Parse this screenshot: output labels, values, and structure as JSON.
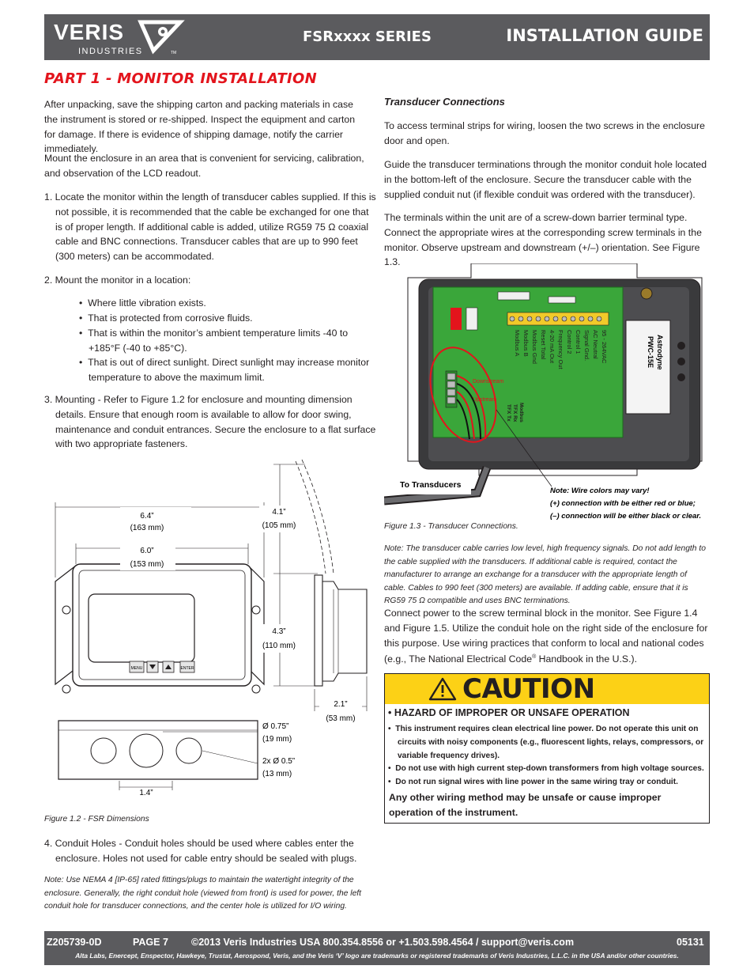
{
  "header": {
    "logo_text": "VERIS",
    "logo_subtext": "INDUSTRIES",
    "logo_tm": "TM",
    "series": "FSRxxxx SERIES",
    "guide": "INSTALLATION GUIDE"
  },
  "part_heading": "PART 1 - MONITOR INSTALLATION",
  "left": {
    "p1": "After unpacking, save the shipping carton and packing materials in case the instrument is stored or re-shipped. Inspect the equipment and carton for damage. If there is evidence of shipping damage, notify the carrier immediately.",
    "p2": "Mount the enclosure in an area that is convenient for servicing, calibration, and observation of the LCD readout.",
    "step1": "1.  Locate the monitor within the length of transducer cables supplied. If this is not possible, it is recommended that the cable be exchanged for one that is of proper length. If additional cable is added, utilize RG59 75 Ω coaxial cable and BNC connections. Transducer cables that are up to 990 feet (300 meters) can be accommodated.",
    "step2": "2.  Mount the monitor in a location:",
    "bullets": [
      "Where little vibration exists.",
      "That is protected from corrosive fluids.",
      "That is within the monitor’s ambient temperature limits -40 to +185°F (-40 to +85°C).",
      "That is out of direct sunlight. Direct sunlight may increase monitor temperature to above the maximum limit."
    ],
    "step3": "3.  Mounting - Refer to Figure 1.2 for enclosure and mounting dimension details. Ensure that enough room is available to allow for door swing, maintenance and conduit entrances. Secure the enclosure to a flat surface with two appropriate fasteners.",
    "fig2": {
      "caption": "Figure 1.2 - FSR Dimensions",
      "dim_64": "6.4”",
      "dim_64_mm": "(163 mm)",
      "dim_60": "6.0”",
      "dim_60_mm": "(153 mm)",
      "dim_41": "4.1”",
      "dim_41_mm": "(105 mm)",
      "dim_43": "4.3”",
      "dim_43_mm": "(110 mm)",
      "dim_21": "2.1”",
      "dim_21_mm": "(53 mm)",
      "dim_075": "Ø 0.75”",
      "dim_075_mm": "(19 mm)",
      "dim_05": "2x Ø 0.5”",
      "dim_05_mm": "(13 mm)",
      "dim_14": "1.4”",
      "btn_menu": "MENU",
      "btn_enter": "ENTER"
    },
    "step4": "4.  Conduit Holes - Conduit holes should be used where cables enter the enclosure. Holes not used for cable entry should be sealed with plugs.",
    "note": "Note: Use NEMA 4 [IP-65] rated fittings/plugs to maintain the watertight integrity of the enclosure. Generally, the right conduit hole (viewed from front) is used for power, the left conduit hole for transducer connections, and the center hole is utilized for I/O wiring."
  },
  "right": {
    "subhead": "Transducer Connections",
    "p1": "To access terminal strips for wiring, loosen the two screws in the enclosure door and open.",
    "p2": "Guide the transducer terminations through the monitor conduit hole located in the bottom-left of the enclosure. Secure the transducer cable with the supplied conduit nut (if flexible conduit was ordered with the transducer).",
    "p3": "The terminals within the unit are of a screw-down barrier terminal type. Connect the appropriate wires at the corresponding screw terminals in the monitor. Observe upstream and downstream (+/–) orientation. See Figure 1.3.",
    "fig3": {
      "to_transducers": "To Transducers",
      "note_l1": "Note:  Wire colors may vary!",
      "note_l2": "(+) connection with be either red or blue;",
      "note_l3": "(–) connection will be either black or clear.",
      "caption": "Figure 1.3 - Transducer Connections.",
      "downstream": "Downstream",
      "upstream": "Upstream",
      "terminals": [
        "95 - 264VAC",
        "AC Neutral",
        "Signal Gnd.",
        "Control 1",
        "Control 2",
        "Frequency Out",
        "4-20 mA Out",
        "Reset Total",
        "Modbus Gnd",
        "Modbus B",
        "Modbus A"
      ],
      "modbus": [
        "Modbus",
        "TFX Rx",
        "TFX Tx"
      ],
      "psu_brand": "Astrodyne",
      "psu_model": "PWC-15E"
    },
    "note": "Note: The transducer cable carries low level, high frequency signals. Do not add length to the cable supplied with the transducers. If additional cable is required, contact the manufacturer to arrange an exchange for a transducer with the appropriate length of cable. Cables to 990 feet (300 meters) are available. If adding cable, ensure that it is RG59 75 Ω compatible and uses BNC terminations.",
    "p4_a": "Connect power to the screw terminal block in the monitor. See Figure 1.4 and Figure 1.5. Utilize the conduit hole on the right side of the enclosure for this purpose. Use wiring practices that conform to local and national codes (e.g., The National Electrical Code",
    "p4_reg": "®",
    "p4_b": " Handbook in the U.S.).",
    "caution": {
      "title": "CAUTION",
      "hazard": "•  HAZARD OF IMPROPER OR UNSAFE OPERATION",
      "items": [
        "This instrument requires clean electrical line power. Do not operate this unit on circuits with noisy components (e.g., fluorescent lights, relays, compressors, or variable frequency drives).",
        "Do not use with high current step-down transformers from high voltage sources.",
        "Do not run signal wires with line power in the same wiring tray or conduit."
      ],
      "final": "Any other wiring method may be unsafe or cause improper operation of the instrument."
    }
  },
  "footer": {
    "doc": "Z205739-0D",
    "page": "PAGE 7",
    "contact": "©2013 Veris Industries   USA 800.354.8556 or +1.503.598.4564  / support@veris.com",
    "code": "05131",
    "trademark": "Alta Labs, Enercept, Enspector, Hawkeye, Trustat, Aerospond, Veris, and the Veris ‘V’ logo are trademarks or registered trademarks of  Veris Industries, L.L.C. in the USA and/or other countries."
  },
  "colors": {
    "header_bg": "#5b5b5e",
    "heading_red": "#e3141c",
    "caution_yellow": "#fcd116",
    "pcb_green": "#3aa63a"
  }
}
